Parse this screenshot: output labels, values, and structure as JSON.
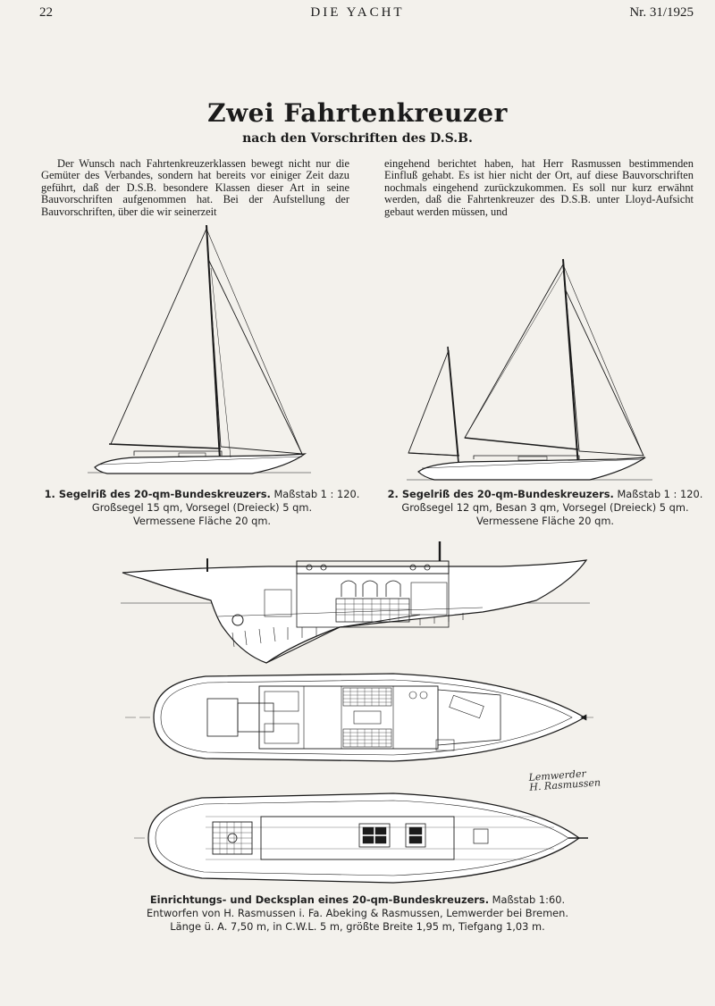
{
  "header": {
    "page_number": "22",
    "journal": "DIE YACHT",
    "issue": "Nr. 31/1925"
  },
  "article": {
    "title": "Zwei Fahrtenkreuzer",
    "subtitle": "nach den Vorschriften des D.S.B.",
    "col1": "Der Wunsch nach Fahrtenkreuzerklassen bewegt nicht nur die Gemüter des Verbandes, sondern hat bereits vor einiger Zeit dazu geführt, daß der D.S.B. besondere Klassen dieser Art in seine Bauvorschriften aufgenommen hat. Bei der Aufstellung der Bauvorschriften, über die wir seinerzeit",
    "col2": "eingehend berichtet haben, hat Herr Rasmussen bestimmenden Einfluß gehabt. Es ist hier nicht der Ort, auf diese Bauvorschriften nochmals eingehend zurückzukommen. Es soll nur kurz erwähnt werden, daß die Fahrtenkreuzer des D.S.B. unter Lloyd-Aufsicht gebaut werden müssen, und"
  },
  "figure1": {
    "title": "1. Segelriß des 20-qm-Bundeskreuzers.",
    "scale": "Maßstab 1 : 120.",
    "line2": "Großsegel 15 qm, Vorsegel (Dreieck) 5 qm.",
    "line3": "Vermessene Fläche 20 qm."
  },
  "figure2": {
    "title": "2. Segelriß des 20-qm-Bundeskreuzers.",
    "scale": "Maßstab 1 : 120.",
    "line2": "Großsegel 12 qm, Besan 3 qm, Vorsegel (Dreieck) 5 qm.",
    "line3": "Vermessene Fläche 20 qm."
  },
  "figure3": {
    "title": "Einrichtungs- und Decksplan eines 20-qm-Bundeskreuzers.",
    "scale": "Maßstab 1:60.",
    "line2": "Entworfen von H. Rasmussen i. Fa. Abeking & Rasmussen, Lemwerder bei Bremen.",
    "line3": "Länge ü. A. 7,50 m, in C.W.L. 5 m, größte Breite 1,95 m, Tiefgang 1,03 m."
  },
  "signature": {
    "line1": "Lemwerder",
    "line2": "H. Rasmussen"
  },
  "colors": {
    "paper": "#f3f1ec",
    "ink": "#1b1b1b"
  }
}
